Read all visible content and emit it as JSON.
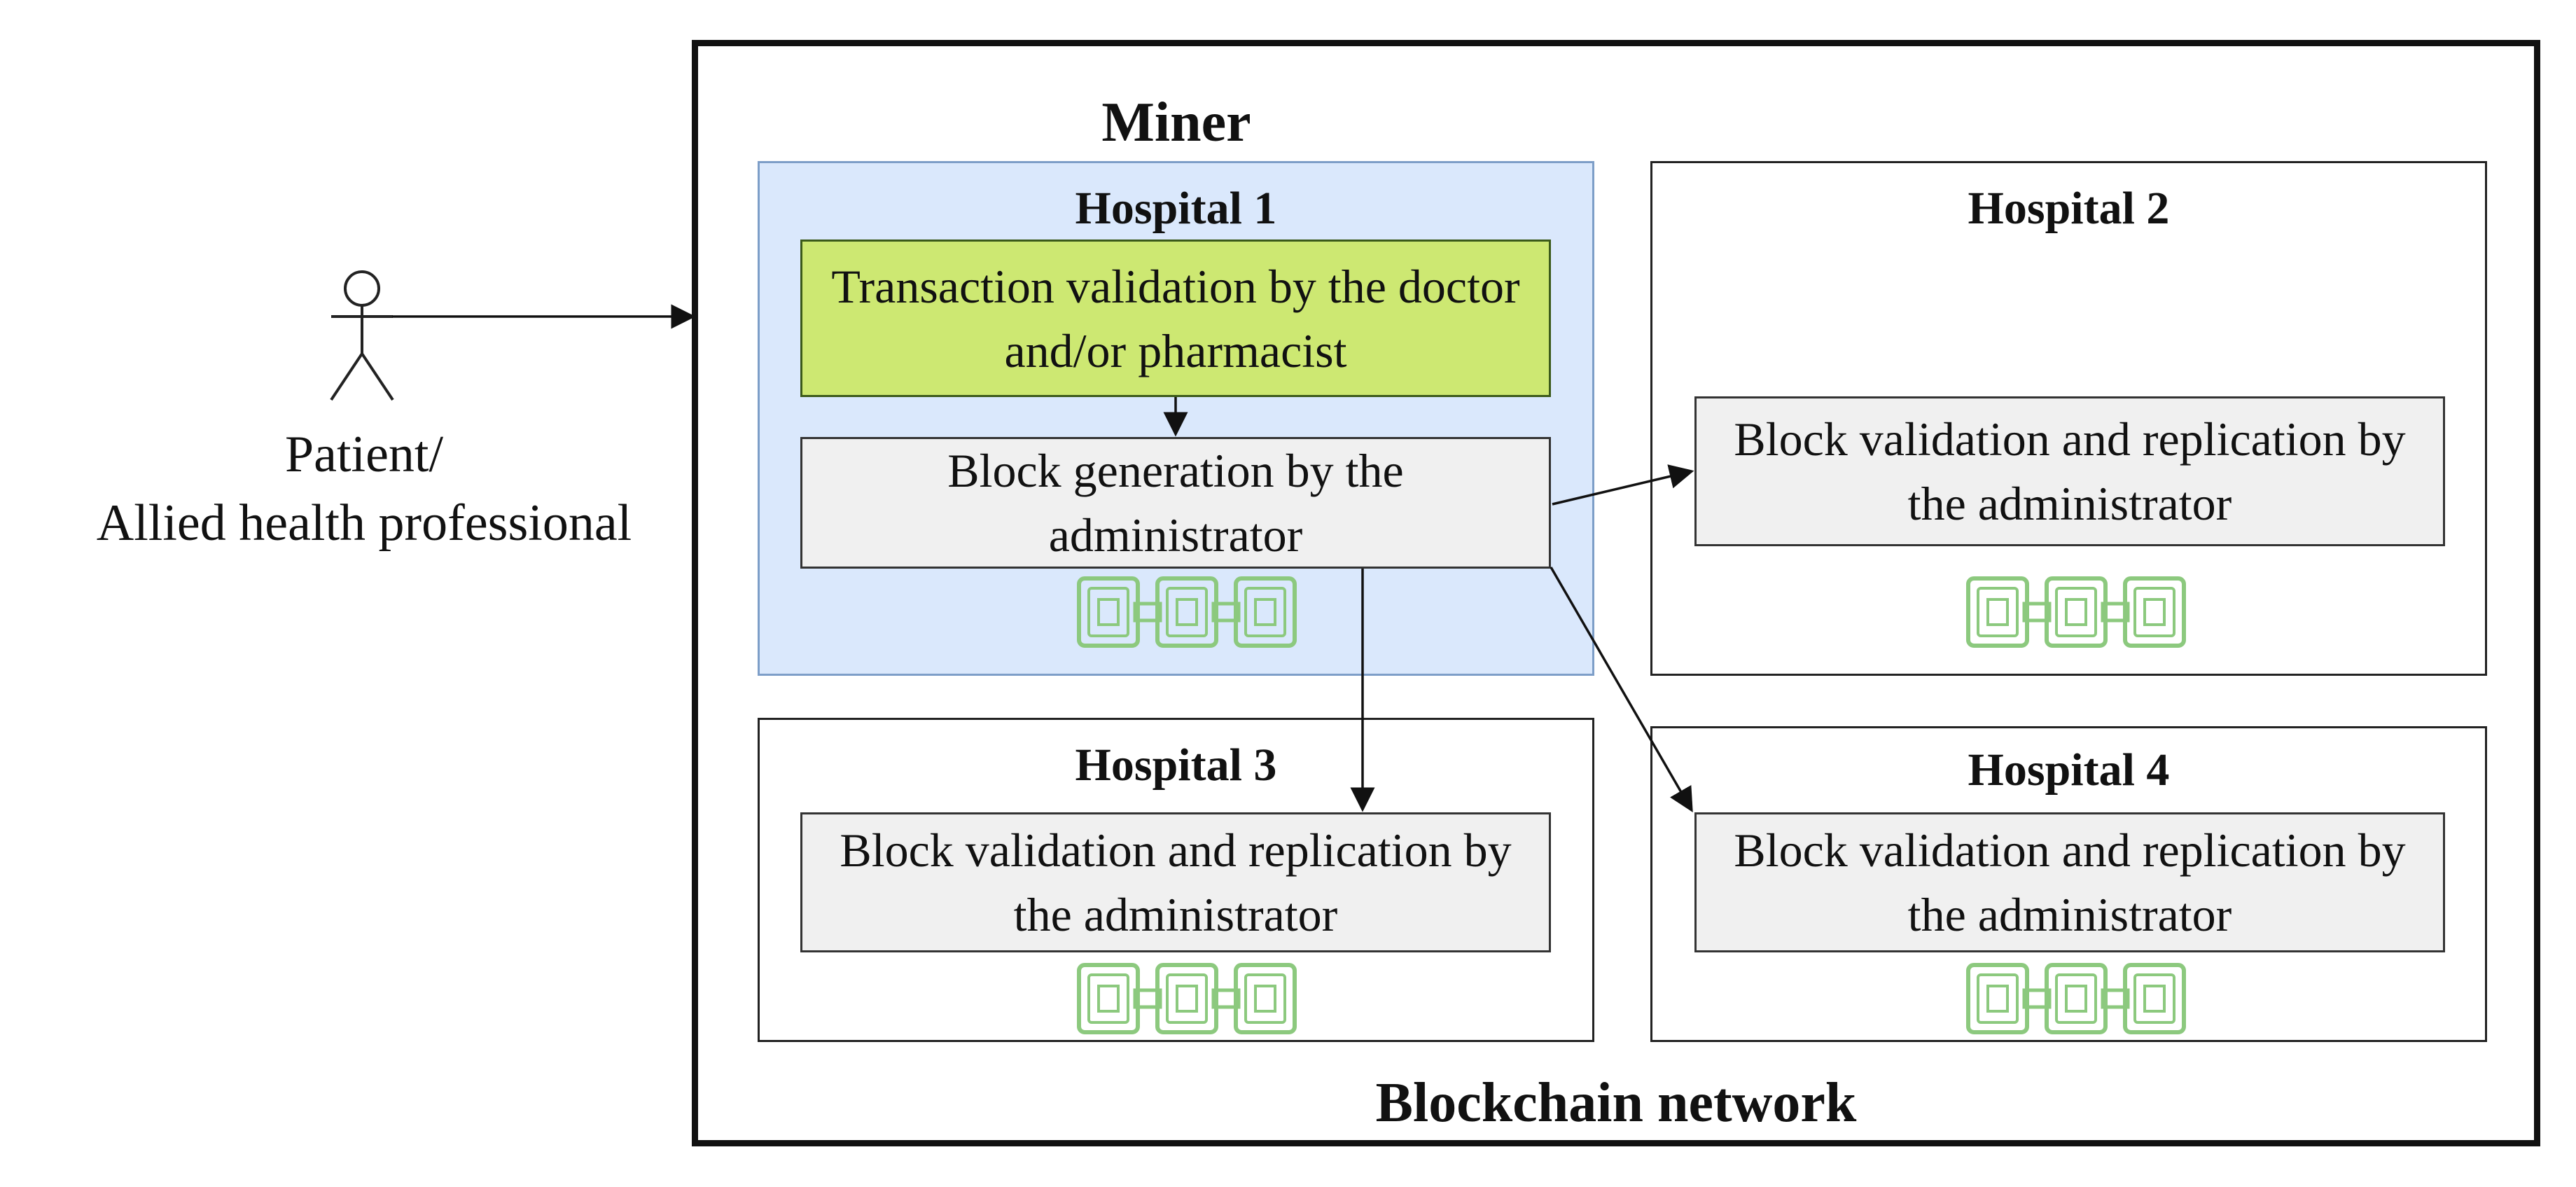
{
  "diagram": {
    "network_label": "Blockchain network",
    "miner_label": "Miner",
    "actor": {
      "line1": "Patient/",
      "line2": "Allied health professional"
    },
    "hospitals": [
      {
        "name": "Hospital 1",
        "steps": [
          "Transaction validation by the doctor and/or pharmacist",
          "Block generation by the administrator"
        ]
      },
      {
        "name": "Hospital 2",
        "step": "Block validation and replication by the administrator"
      },
      {
        "name": "Hospital 3",
        "step": "Block validation and replication by the administrator"
      },
      {
        "name": "Hospital 4",
        "step": "Block validation and replication by the administrator"
      }
    ],
    "colors": {
      "miner_fill": "#dae8fc",
      "transaction_fill": "#cde872",
      "process_fill": "#f0f0f0",
      "chain_icon": "#8cc97e"
    },
    "icons": [
      "stick-figure-icon",
      "blockchain-chain-icon"
    ]
  }
}
